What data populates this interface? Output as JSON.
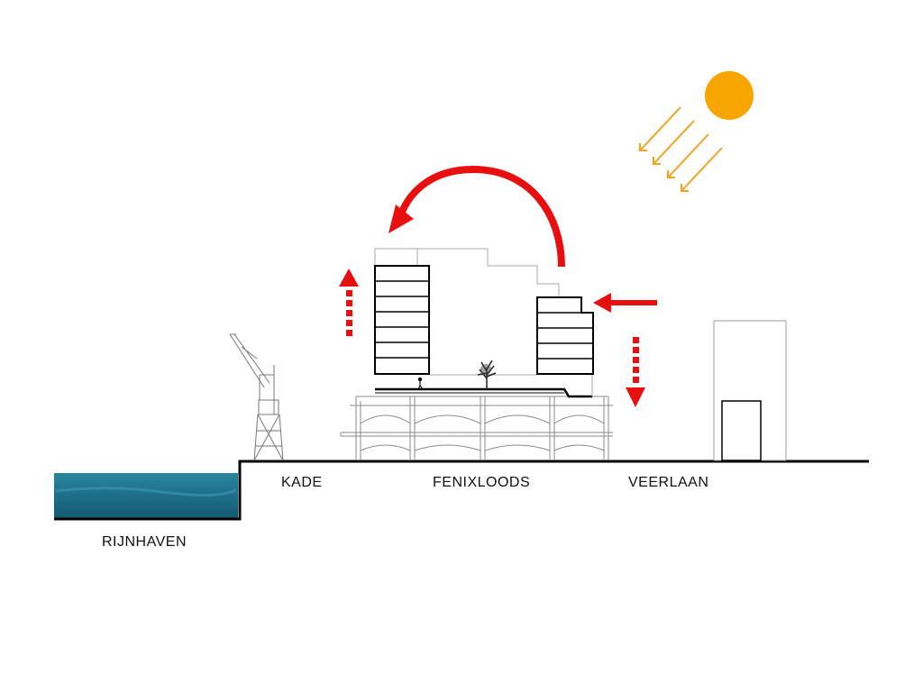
{
  "labels": {
    "kade": "KADE",
    "fenixloods": "FENIXLOODS",
    "veerlaan": "VEERLAAN",
    "rijnhaven": "RIJNHAVEN"
  },
  "icons": [
    "sun-icon",
    "crane-icon",
    "tree-icon",
    "person-icon"
  ],
  "colors": {
    "water": "#1d6f89",
    "sun": "#f7a600",
    "sun_rays": "#f0a321",
    "arrows": "#e8100f",
    "ground": "#000000",
    "outline": "#aaaaaa"
  }
}
